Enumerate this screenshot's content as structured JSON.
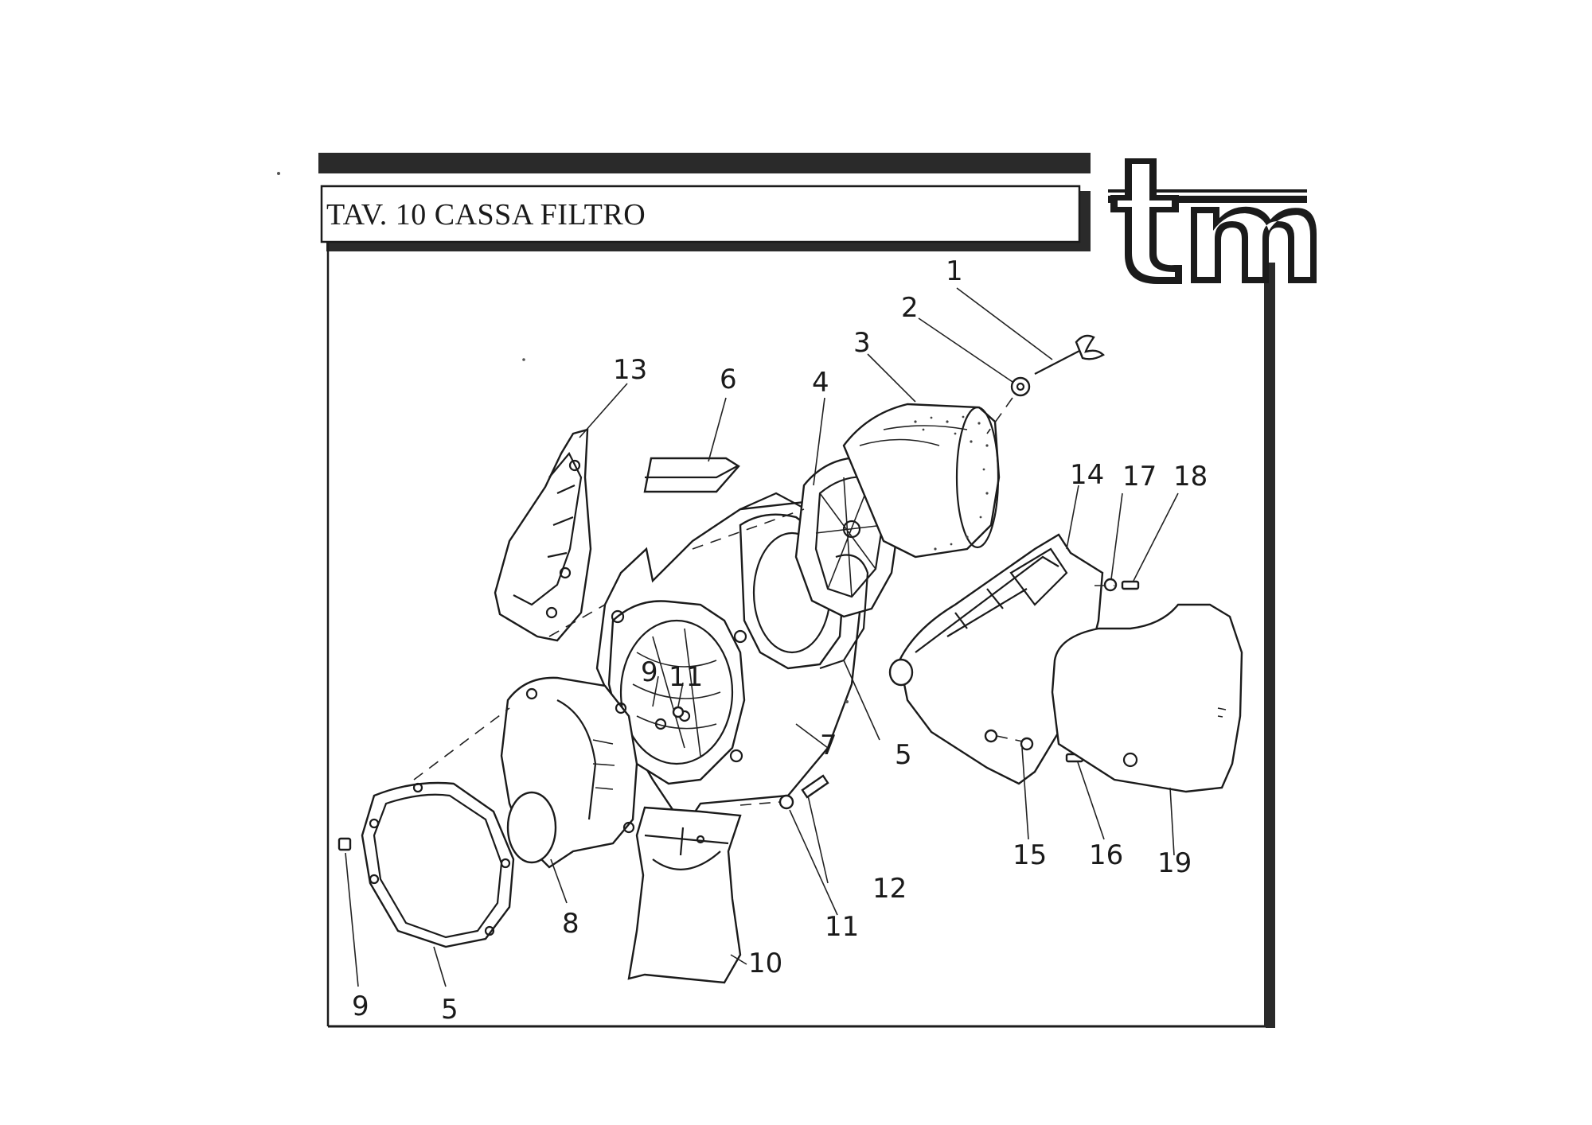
{
  "header": {
    "title": "TAV. 10 CASSA FILTRO",
    "logo_text": "tm"
  },
  "callouts": [
    "1",
    "2",
    "3",
    "4",
    "5",
    "6",
    "7",
    "8",
    "9",
    "10",
    "11",
    "12",
    "13",
    "14",
    "15",
    "16",
    "17",
    "18",
    "19"
  ],
  "colors": {
    "ink": "#1b1b1b",
    "paper": "#ffffff",
    "bar": "#2a2a2a"
  }
}
